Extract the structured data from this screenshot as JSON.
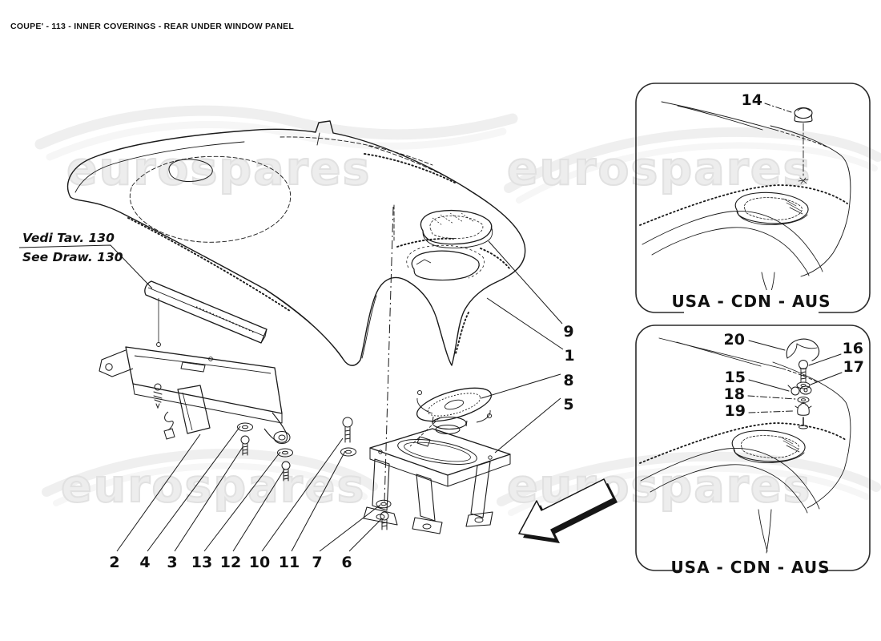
{
  "header": {
    "title": "COUPE' - 113 - INNER COVERINGS - REAR UNDER WINDOW PANEL"
  },
  "note": {
    "line1": "Vedi Tav. 130",
    "line2": "See Draw. 130"
  },
  "watermark": {
    "text": "eurospares"
  },
  "insets": {
    "top": {
      "region_label": "USA - CDN - AUS"
    },
    "bottom": {
      "region_label": "USA - CDN - AUS"
    }
  },
  "callouts": {
    "right": [
      "9",
      "1",
      "8",
      "5"
    ],
    "bottom": [
      "2",
      "4",
      "3",
      "13",
      "12",
      "10",
      "11",
      "7",
      "6"
    ],
    "inset_top": [
      "14"
    ],
    "inset_bottom": [
      "20",
      "16",
      "17",
      "15",
      "18",
      "19"
    ]
  },
  "colors": {
    "line": "#1a1a1a",
    "watermark": "#ebebeb"
  }
}
